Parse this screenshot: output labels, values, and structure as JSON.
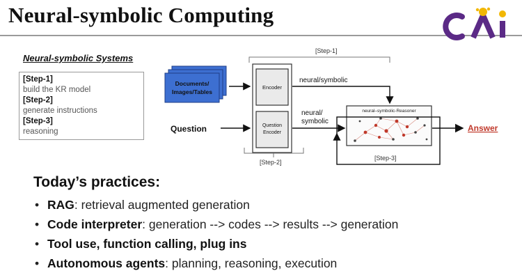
{
  "slide": {
    "title": "Neural-symbolic Computing",
    "logo_text": "CAI"
  },
  "systems": {
    "heading": "Neural-symbolic Systems",
    "steps": [
      {
        "label": "[Step-1]",
        "desc": "build the KR model"
      },
      {
        "label": "[Step-2]",
        "desc": "generate instructions"
      },
      {
        "label": "[Step-3]",
        "desc": "reasoning"
      }
    ]
  },
  "diagram": {
    "step1_label": "[Step-1]",
    "step2_label": "[Step-2]",
    "step3_label": "[Step-3]",
    "docs_line1": "Documents/",
    "docs_line2": "Images/Tables",
    "question": "Question",
    "encoder": "Encoder",
    "question_encoder_line1": "Question",
    "question_encoder_line2": "Encoder",
    "neural_symbolic_top": "neural/symbolic",
    "neural_mid_line1": "neural/",
    "neural_mid_line2": "symbolic",
    "reasoner_title": "neural–symbolic-Reasoner",
    "answer": "Answer",
    "colors": {
      "docs_fill": "#3d6fd1",
      "answer": "#c0392b",
      "graph_node": "#c0392b"
    }
  },
  "practices": {
    "heading": "Today’s practices:",
    "items": [
      {
        "bold": "RAG",
        "rest": ": retrieval augmented generation"
      },
      {
        "bold": "Code interpreter",
        "rest": ": generation --> codes --> results --> generation"
      },
      {
        "bold": "Tool use, function calling, plug ins",
        "rest": ""
      },
      {
        "bold": "Autonomous agents",
        "rest": ": planning, reasoning, execution"
      }
    ]
  }
}
